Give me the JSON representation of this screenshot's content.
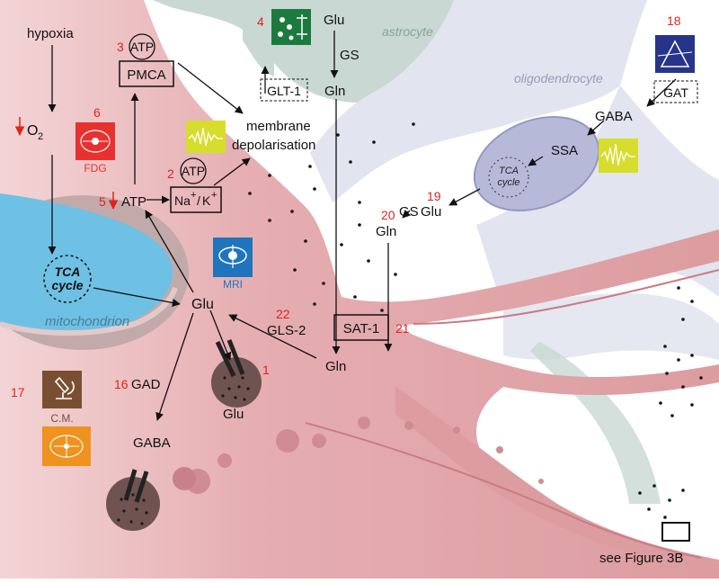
{
  "regions": {
    "astrocyte": "astrocyte",
    "oligodendrocyte": "oligodendrocyte",
    "mitochondrion": "mitochondrion"
  },
  "tca": {
    "main": [
      "TCA",
      "cycle"
    ],
    "oligo": [
      "TCA",
      "cycle"
    ]
  },
  "labels": {
    "hypoxia": "hypoxia",
    "o2": "O",
    "o2_sub": "2",
    "atp_left": "ATP",
    "atp_pmca": "ATP",
    "atp_nak": "ATP",
    "pmca": "PMCA",
    "na": "Na",
    "k": "K",
    "plus1": "+",
    "plus2": "+",
    "slash": "/",
    "membrane": "membrane",
    "depolarisation": "depolarisation",
    "glu_main": "Glu",
    "glu_vesicle": "Glu",
    "gaba_main": "GABA",
    "gln_bottom": "Gln",
    "gls2": "GLS-2",
    "gad": "GAD",
    "glu_astro": "Glu",
    "gs_astro": "GS",
    "gln_astro": "Gln",
    "glt1": "GLT-1",
    "sat1": "SAT-1",
    "gaba_oligo": "GABA",
    "gat": "GAT",
    "ssa": "SSA",
    "gs_mid": "GS",
    "glu_mid": "Glu",
    "gln_mid": "Gln",
    "see_figure": "see Figure 3B"
  },
  "numbers": {
    "n1": "1",
    "n2": "2",
    "n3": "3",
    "n4": "4",
    "n5": "5",
    "n6": "6",
    "n16": "16",
    "n17": "17",
    "n18": "18",
    "n19": "19",
    "n20": "20",
    "n21": "21",
    "n22": "22"
  },
  "modalities": {
    "fdg": "FDG",
    "mri": "MRI",
    "cm": "C.M."
  },
  "colors": {
    "neuron": "#e2a2a5",
    "neuron_light": "#f0cfd1",
    "astrocyte": "#c9d8d3",
    "oligodendrocyte": "#e2e4ef",
    "mito_outer": "#c3aaaa",
    "mito_matrix": "#6ec1e4",
    "red_number": "#e2231a",
    "fdg_red": "#e8312f",
    "mri_blue": "#1f75bc",
    "spectrum_yellow": "#d6dd2c",
    "astro_green": "#1d7a3e",
    "navy": "#26348c",
    "microscope_brown": "#7a4f31",
    "orange": "#f0921e",
    "vesicle": "#6f5350"
  },
  "icons": {
    "hypoxia_arrow": "down-arrow",
    "fdg": "pet-scan-icon",
    "mri": "mri-icon",
    "spectroscopy": "spectrum-wave-icon",
    "astrocyte_marker": "green-cells-arrows-icon",
    "gat_marker": "prism-triangle-icon",
    "cm": "microscope-icon",
    "orange_marker": "brain-network-icon"
  }
}
